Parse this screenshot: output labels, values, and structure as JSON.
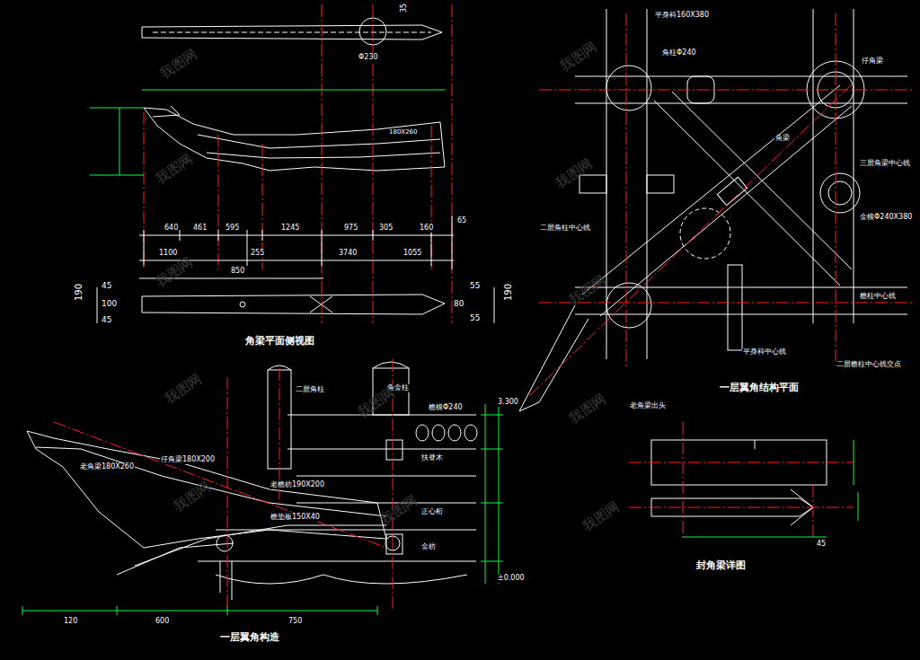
{
  "diagram": {
    "labels": [
      "35",
      "Φ230",
      "640",
      "461",
      "595",
      "1245",
      "975",
      "305",
      "160",
      "65",
      "1100",
      "255",
      "3740",
      "1055",
      "850",
      "190",
      "45",
      "100",
      "45",
      "80",
      "55",
      "55",
      "190",
      "180X260",
      "角梁平面侧视图",
      "二层角柱",
      "角金柱",
      "老角梁180X260",
      "仔角梁180X200",
      "檐檩Φ240",
      "老檐枋190X200",
      "檐垫板150X40",
      "扶脊木",
      "正心桁",
      "金枋",
      "3.300",
      "±0.000",
      "120",
      "600",
      "750",
      "一层翼角构造",
      "平身科160X380",
      "角柱Φ240",
      "仔角梁",
      "角梁",
      "三层角梁中心线",
      "金檩Φ240X380",
      "二层角柱中心线",
      "檐柱中心线",
      "平身科中心线",
      "老角梁出头",
      "二层檐柱中心线交点",
      "一层翼角结构平面",
      "45",
      "封角梁详图",
      "我图网",
      "我图网",
      "我图网",
      "我图网",
      "我图网",
      "我图网",
      "我图网",
      "我图网",
      "我图网",
      "我图网",
      "我图网",
      "我图网"
    ]
  }
}
